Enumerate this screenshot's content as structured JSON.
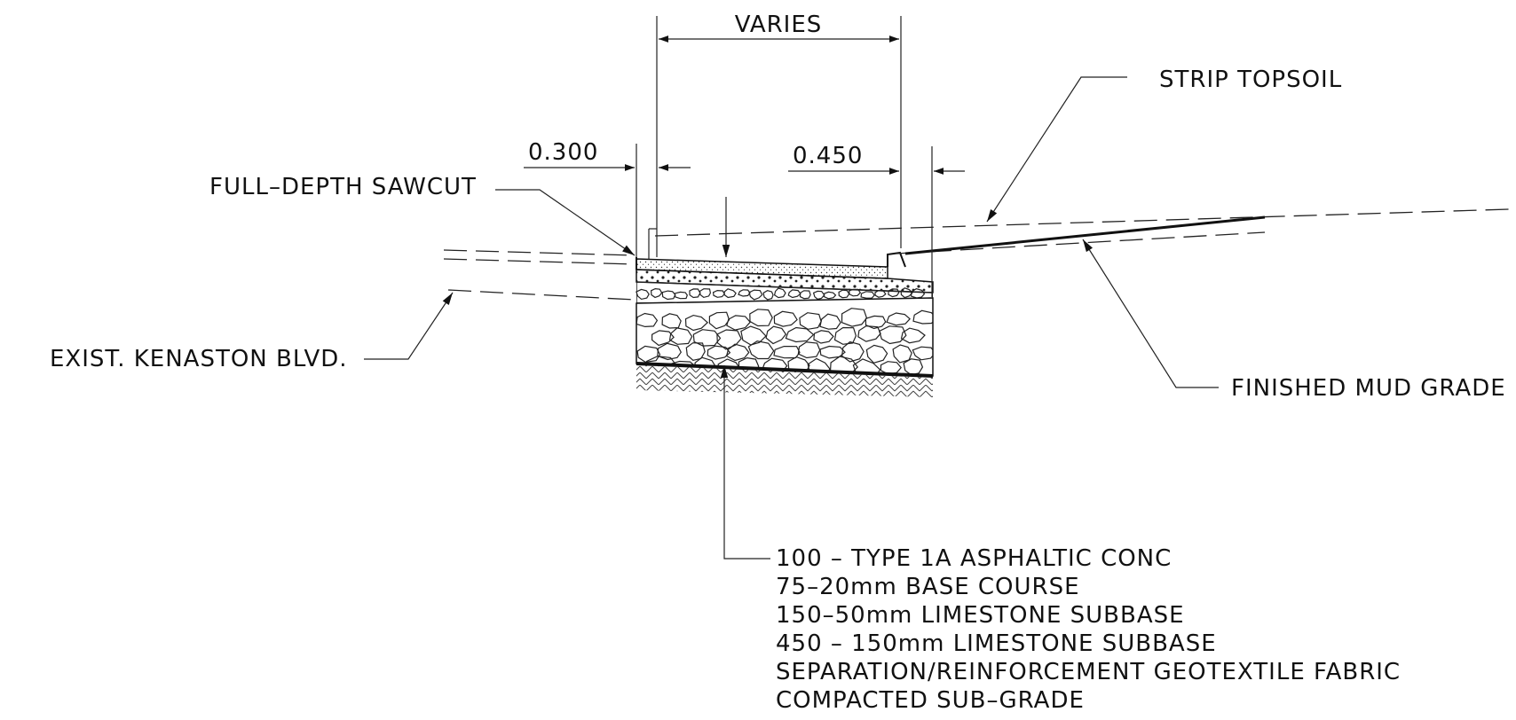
{
  "dimensions": {
    "varies": "VARIES",
    "left_offset": "0.300",
    "right_offset": "0.450"
  },
  "callouts": {
    "strip_topsoil": "STRIP TOPSOIL",
    "full_depth_sawcut": "FULL–DEPTH SAWCUT",
    "exist_road": "EXIST. KENASTON BLVD.",
    "finished_grade": "FINISHED MUD GRADE"
  },
  "layers": [
    "100 – TYPE 1A ASPHALTIC CONC",
    "75–20mm BASE COURSE",
    "150–50mm LIMESTONE SUBBASE",
    "450 – 150mm LIMESTONE SUBBASE",
    "SEPARATION/REINFORCEMENT GEOTEXTILE FABRIC",
    "COMPACTED SUB–GRADE"
  ]
}
